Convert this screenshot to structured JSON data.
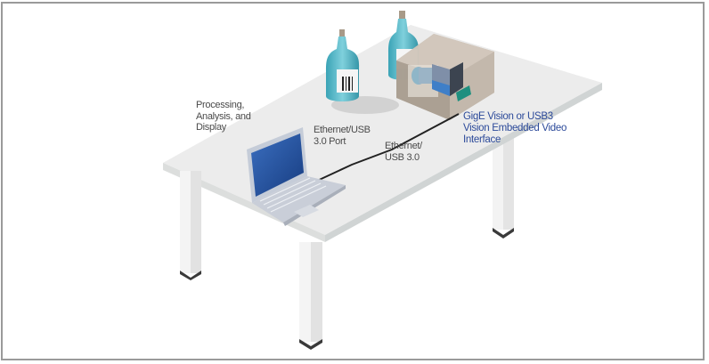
{
  "diagram": {
    "title": "Machine vision setup with embedded video interface",
    "labels": {
      "processing": [
        "Processing,",
        "Analysis, and",
        "Display"
      ],
      "port": [
        "Ethernet/USB",
        "3.0 Port"
      ],
      "cable": [
        "Ethernet/",
        "USB 3.0"
      ],
      "interface": [
        "GigE Vision or USB3",
        "Vision Embedded Video",
        "Interface"
      ]
    },
    "colors": {
      "frame_border": "#9a9a9a",
      "table_top": "#ececec",
      "table_edge": "#d9dcdc",
      "leg": "#f2f2f2",
      "foot": "#3a3a3a",
      "bottle": "#4fb3c4",
      "screen": "#1f4f9a",
      "laptop": "#c6ccd6",
      "enclosure": "#a89d91",
      "camera_connector": "#1f8f7f",
      "cable": "#222222",
      "label_text": "#4a4a4a",
      "accent_text": "#2c4a9a"
    }
  }
}
